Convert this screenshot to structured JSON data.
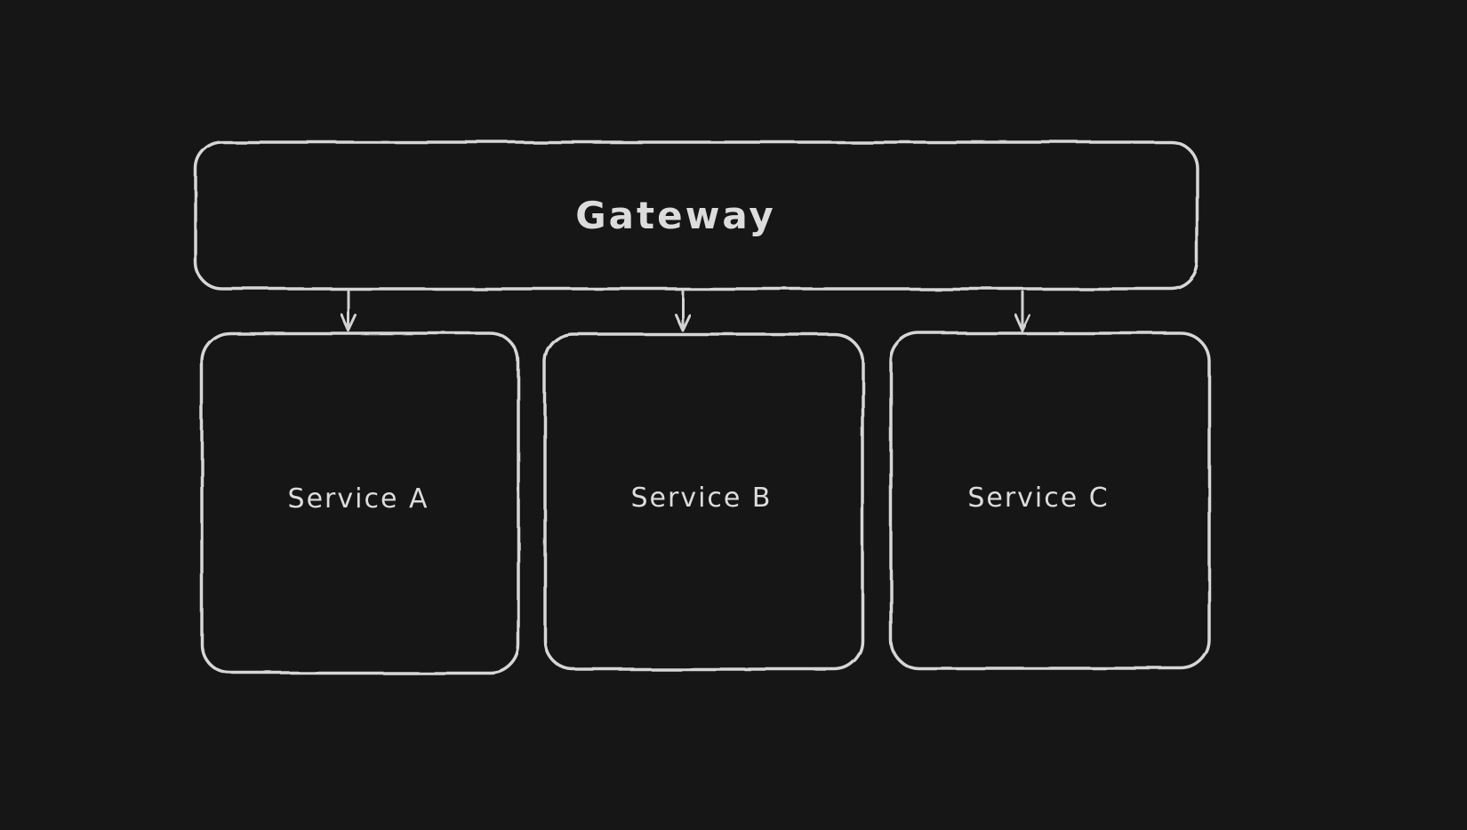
{
  "app": {
    "name": "whiteboard-canvas",
    "theme": "dark"
  },
  "theme": {
    "canvas_background": "#161616",
    "stroke_color": "#d6d6d6",
    "text_color": "#dcdcdc"
  },
  "diagram": {
    "type": "flowchart",
    "direction": "top-down",
    "nodes": [
      {
        "id": "gateway",
        "label": "Gateway",
        "shape": "rounded-rectangle",
        "role": "root"
      },
      {
        "id": "service-a",
        "label": "Service A",
        "shape": "rounded-rectangle",
        "role": "child"
      },
      {
        "id": "service-b",
        "label": "Service B",
        "shape": "rounded-rectangle",
        "role": "child"
      },
      {
        "id": "service-c",
        "label": "Service C",
        "shape": "rounded-rectangle",
        "role": "child"
      }
    ],
    "edges": [
      {
        "from": "gateway",
        "to": "service-a",
        "arrowhead": "open-v",
        "direction": "down"
      },
      {
        "from": "gateway",
        "to": "service-b",
        "arrowhead": "open-v",
        "direction": "down"
      },
      {
        "from": "gateway",
        "to": "service-c",
        "arrowhead": "open-v",
        "direction": "down"
      }
    ]
  }
}
